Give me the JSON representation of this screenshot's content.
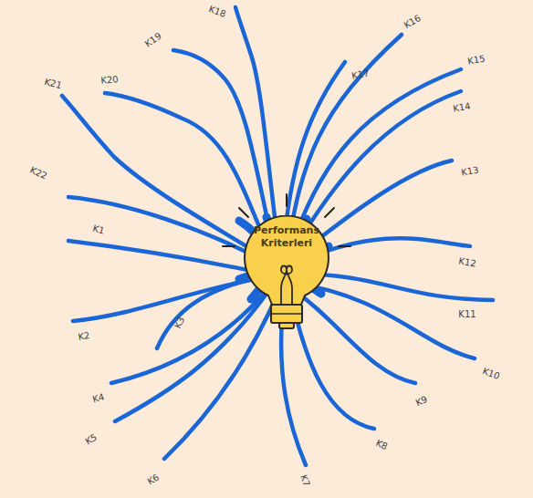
{
  "diagram": {
    "nodes": [
      {
        "text": [
          "Performans Kriterleri"
        ]
      }
    ],
    "labels": [
      "K1",
      "K2",
      "K3",
      "K4",
      "K5",
      "K6",
      "K7",
      "K8",
      "K9",
      "K10",
      "K11",
      "K12",
      "K13",
      "K14",
      "K15",
      "K16",
      "K17",
      "K18",
      "K19",
      "K20",
      "K21",
      "K22"
    ]
  }
}
